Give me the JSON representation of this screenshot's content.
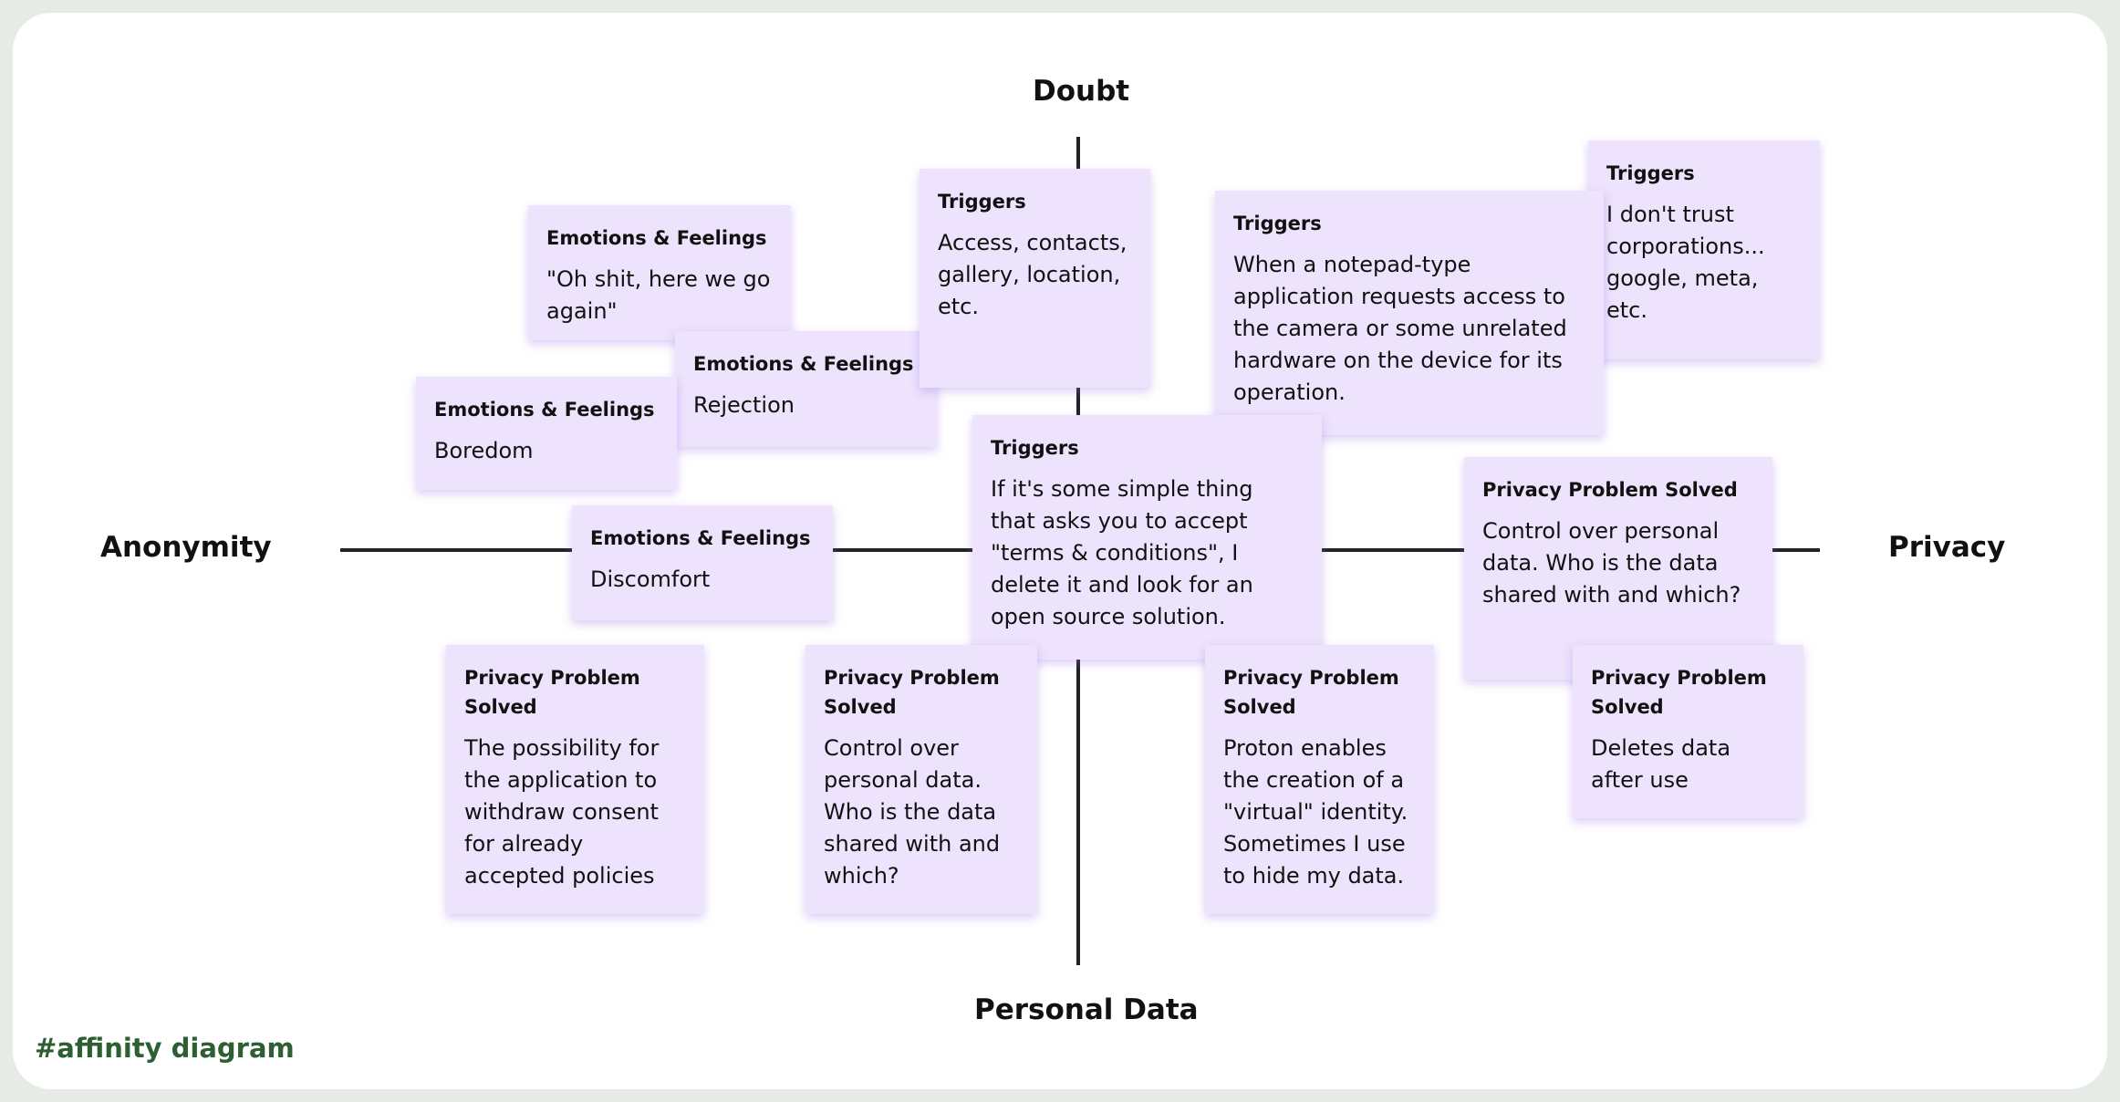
{
  "axes": {
    "top": "Doubt",
    "bottom": "Personal Data",
    "left": "Anonymity",
    "right": "Privacy"
  },
  "tag": "#affinity diagram",
  "colors": {
    "card": "#ede3fc",
    "axis": "#1f2328",
    "tag": "#2e5f33",
    "frame": "#e6ebe6"
  },
  "cards": [
    {
      "category": "Emotions & Feelings",
      "text": "\"Oh shit, here we go again\""
    },
    {
      "category": "Emotions & Feelings",
      "text": "Rejection"
    },
    {
      "category": "Emotions & Feelings",
      "text": "Boredom"
    },
    {
      "category": "Emotions & Feelings",
      "text": "Discomfort"
    },
    {
      "category": "Triggers",
      "text": "Access, contacts, gallery, location, etc."
    },
    {
      "category": "Triggers",
      "text": "When a notepad-type application requests access to the camera or some unrelated hardware on the device for its operation."
    },
    {
      "category": "Triggers",
      "text": "I don't trust corporations... google, meta, etc."
    },
    {
      "category": "Triggers",
      "text": "If it's some simple thing that asks you to accept \"terms & conditions\", I delete it and look for an open source solution."
    },
    {
      "category": "Privacy Problem Solved",
      "text": "Control over personal data. Who is the data shared with and which?"
    },
    {
      "category": "Privacy Problem Solved",
      "text": "Deletes data after use"
    },
    {
      "category": "Privacy Problem Solved",
      "text": "The possibility for the application to withdraw consent for already accepted policies"
    },
    {
      "category": "Privacy Problem Solved",
      "text": "Control over personal data. Who is the data shared with and which?"
    },
    {
      "category": "Privacy Problem Solved",
      "text": "Proton enables the creation of a \"virtual\" identity. Sometimes I use to hide my data."
    }
  ]
}
